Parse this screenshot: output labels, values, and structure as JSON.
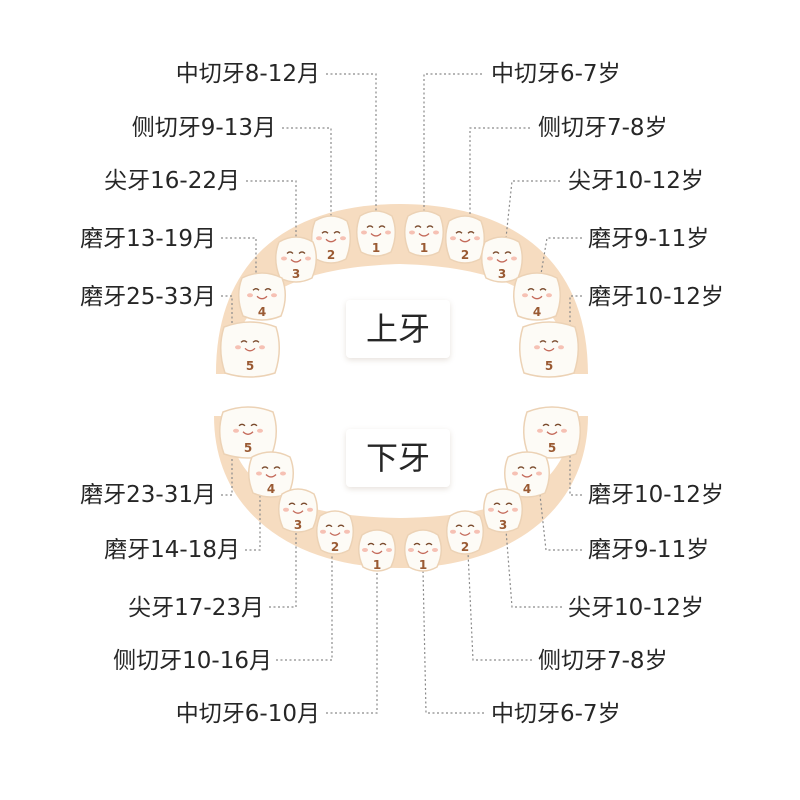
{
  "upper": {
    "title": "上牙",
    "left_labels": [
      "中切牙8-12月",
      "侧切牙9-13月",
      "尖牙16-22月",
      "磨牙13-19月",
      "磨牙25-33月"
    ],
    "right_labels": [
      "中切牙6-7岁",
      "侧切牙7-8岁",
      "尖牙10-12岁",
      "磨牙9-11岁",
      "磨牙10-12岁"
    ]
  },
  "lower": {
    "title": "下牙",
    "left_labels": [
      "磨牙23-31月",
      "磨牙14-18月",
      "尖牙17-23月",
      "侧切牙10-16月",
      "中切牙6-10月"
    ],
    "right_labels": [
      "磨牙10-12岁",
      "磨牙9-11岁",
      "尖牙10-12岁",
      "侧切牙7-8岁",
      "中切牙6-7岁"
    ]
  },
  "tooth_numbers": [
    "1",
    "2",
    "3",
    "4",
    "5"
  ],
  "colors": {
    "gum": "#f6dcc0",
    "tooth": "#fdfbf6",
    "tooth_outline": "#ecd2b5",
    "number": "#9a5a33",
    "leader": "#8a8a8a",
    "text": "#262626"
  }
}
